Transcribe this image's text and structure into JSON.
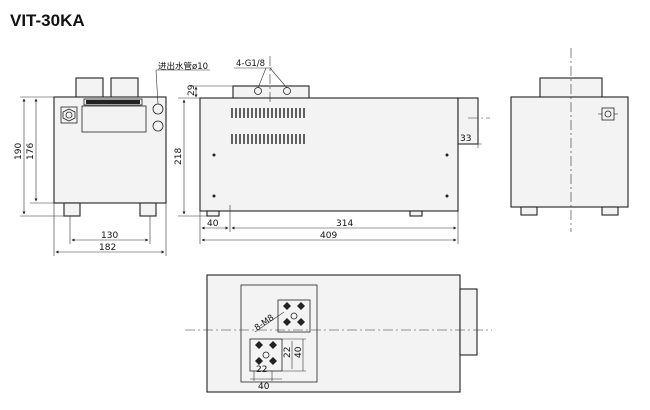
{
  "title": "VIT-30KA",
  "front_view": {
    "dim_height_outer": "190",
    "dim_height_inner": "176",
    "dim_width_inner": "130",
    "dim_width_outer": "182",
    "note_inlet_outlet": "进出水管ø10"
  },
  "side_view": {
    "dim_port": "4-G1/8",
    "dim_top": "29",
    "dim_height": "218",
    "dim_length_inner": "314",
    "dim_offset": "40",
    "dim_length_outer": "409",
    "dim_depth": "33"
  },
  "top_view": {
    "dim_bolt": "8-M8",
    "dim_square_a": "22",
    "dim_square_b": "40",
    "dim_square_c": "22",
    "dim_square_d": "40"
  }
}
